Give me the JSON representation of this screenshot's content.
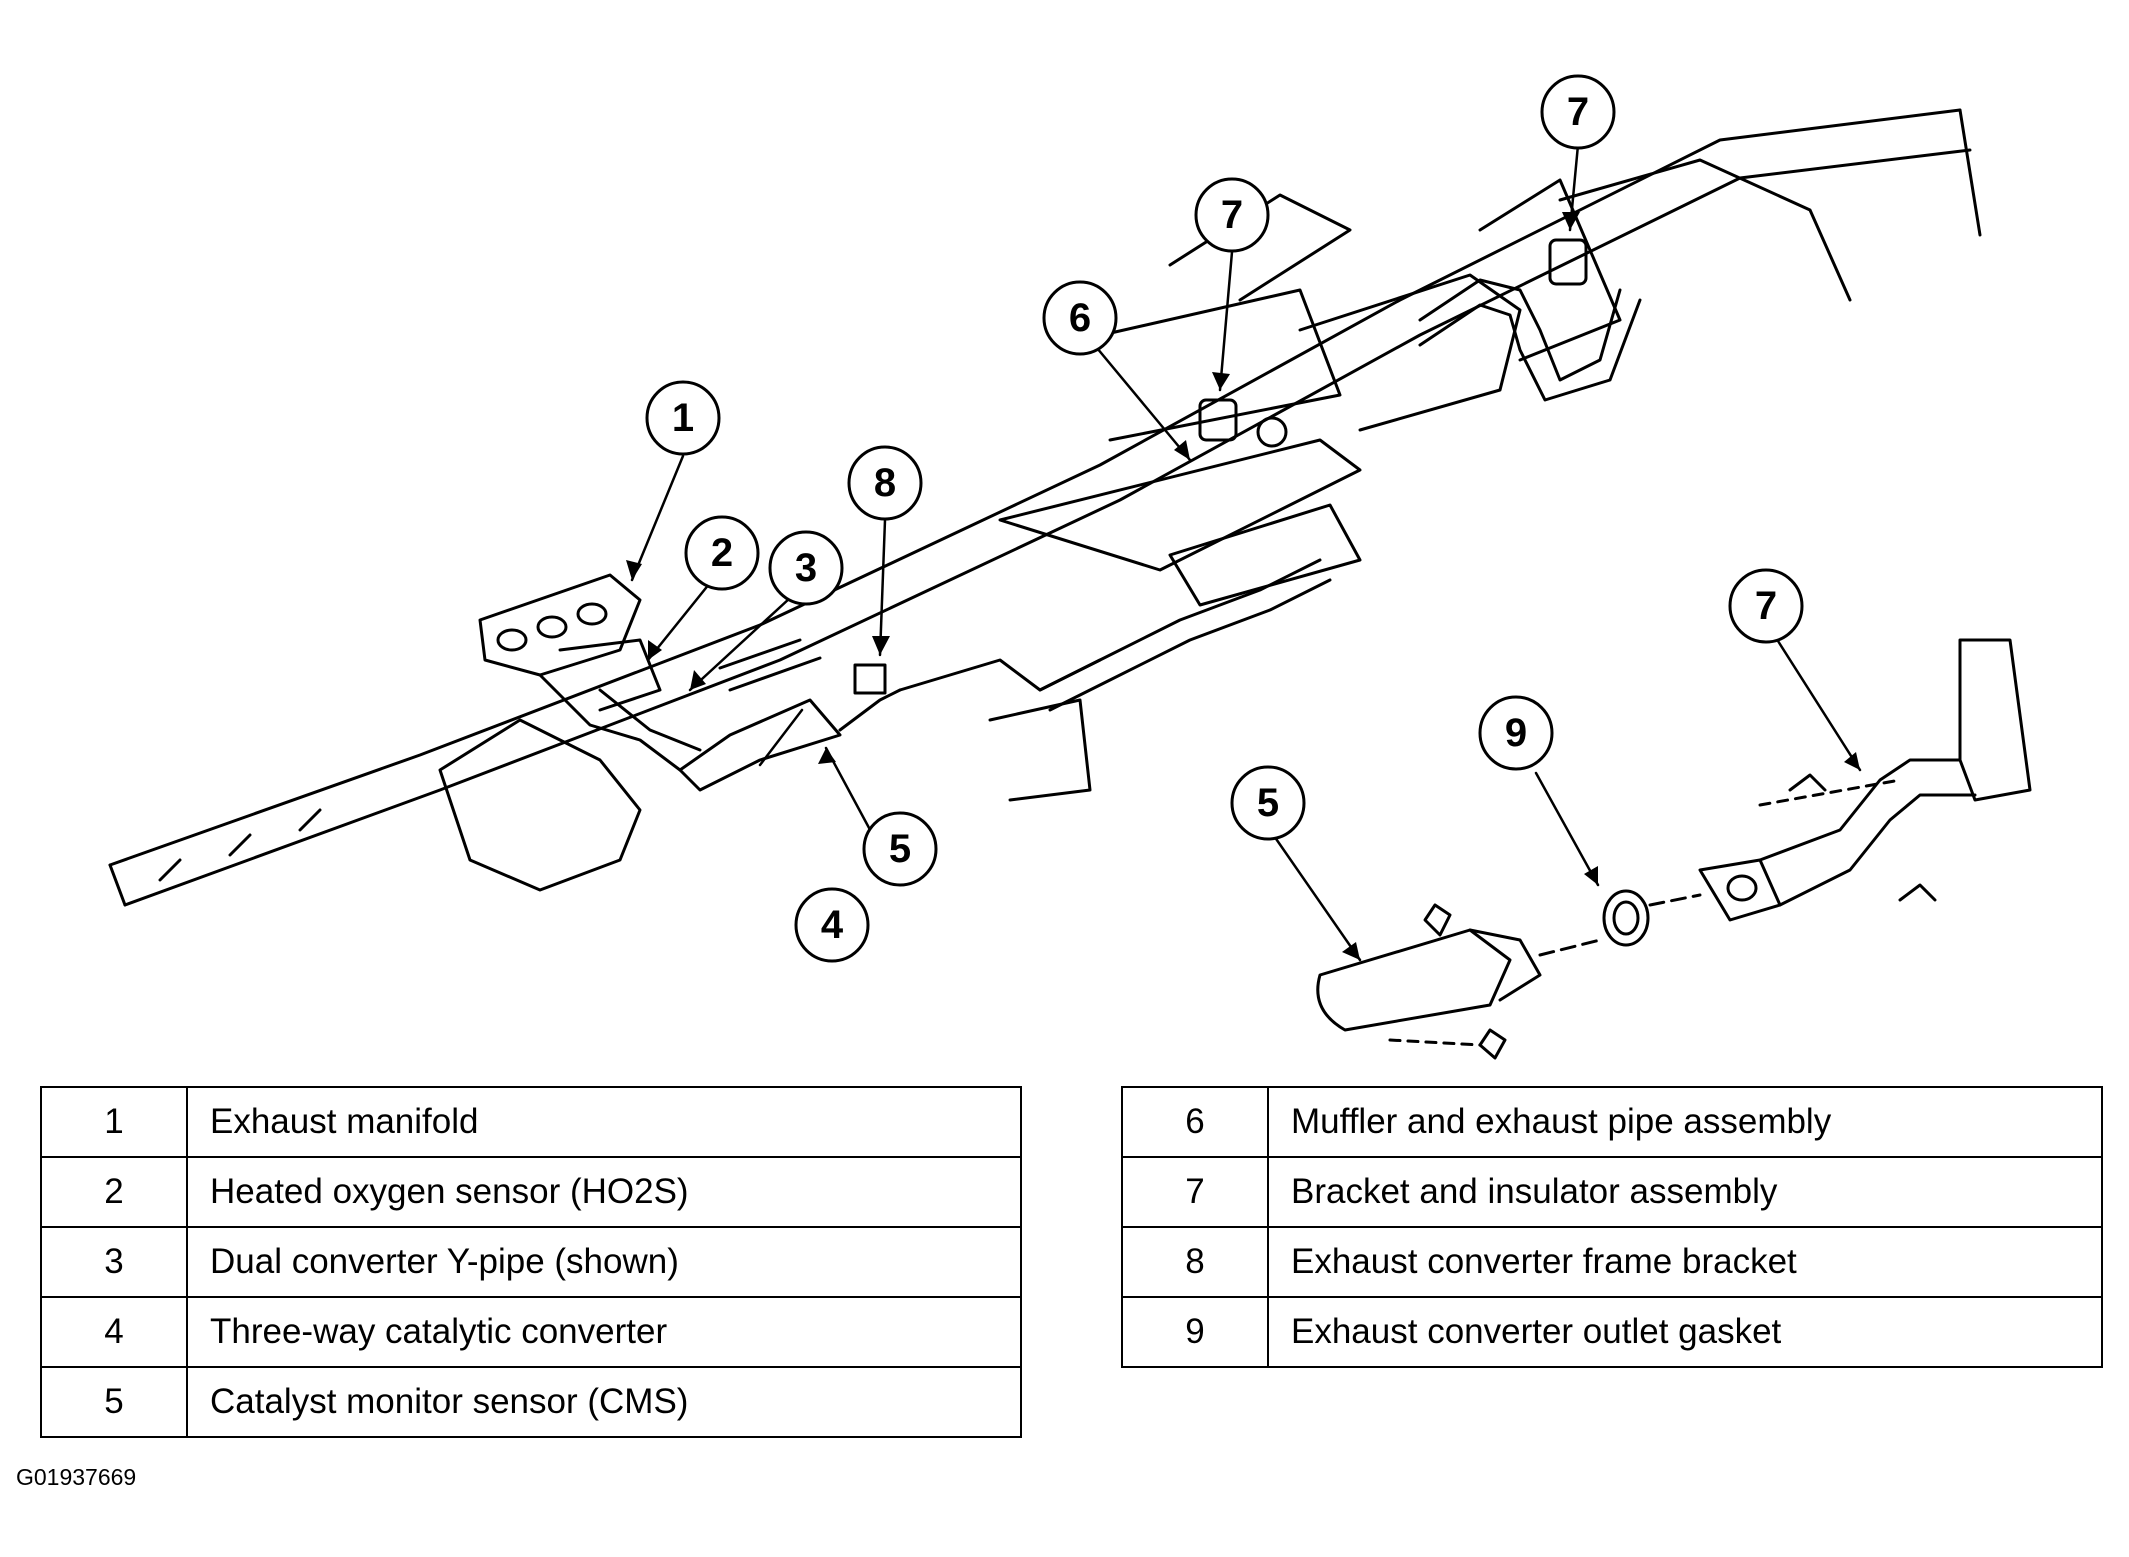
{
  "callouts": [
    "1",
    "2",
    "3",
    "4",
    "5",
    "6",
    "7",
    "8",
    "9"
  ],
  "legend": {
    "left": [
      {
        "num": "1",
        "label": "Exhaust manifold"
      },
      {
        "num": "2",
        "label": "Heated oxygen sensor (HO2S)"
      },
      {
        "num": "3",
        "label": "Dual converter Y-pipe (shown)"
      },
      {
        "num": "4",
        "label": "Three-way catalytic converter"
      },
      {
        "num": "5",
        "label": "Catalyst monitor sensor (CMS)"
      }
    ],
    "right": [
      {
        "num": "6",
        "label": "Muffler and exhaust pipe assembly"
      },
      {
        "num": "7",
        "label": "Bracket and insulator assembly"
      },
      {
        "num": "8",
        "label": "Exhaust converter frame bracket"
      },
      {
        "num": "9",
        "label": "Exhaust converter outlet gasket"
      }
    ]
  },
  "figure_id": "G01937669"
}
